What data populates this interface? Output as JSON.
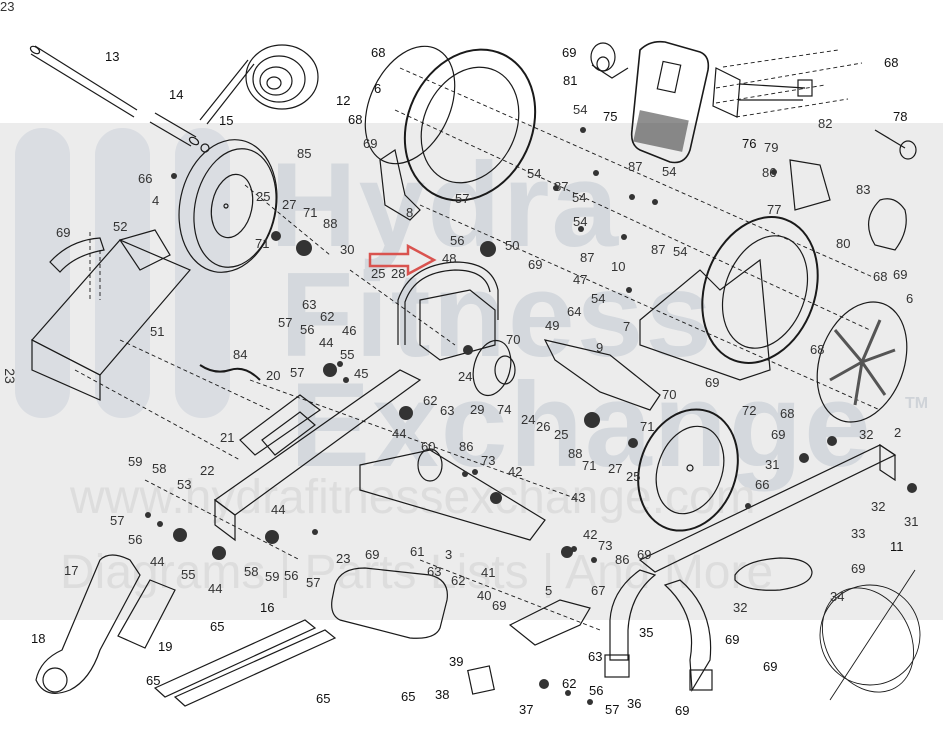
{
  "title": "Exploded parts diagram - rower / air-resistance fitness machine",
  "page_number": "23",
  "watermark": {
    "brand": "Hydra Fitness Exchange",
    "brand_lines": [
      "Hydra",
      "Fitness",
      "Exchange"
    ],
    "trademark": "TM",
    "url": "www.hydrafitnessexchange.com",
    "tagline": "Diagrams | Parts Lists | And More"
  },
  "highlight": {
    "type": "red-outline-arrow",
    "points_to_part": "48",
    "color": "#d9534f"
  },
  "colors": {
    "line": "#1a1a1a",
    "label": "#333333",
    "watermark_band": "#ececec",
    "watermark_text": "#d4d8dd",
    "highlight": "#d9534f"
  },
  "part_labels": [
    {
      "id": "13",
      "text": "13"
    },
    {
      "id": "14",
      "text": "14"
    },
    {
      "id": "15",
      "text": "15"
    },
    {
      "id": "12",
      "text": "12"
    },
    {
      "id": "68a",
      "text": "68"
    },
    {
      "id": "6a",
      "text": "6"
    },
    {
      "id": "68b",
      "text": "68"
    },
    {
      "id": "69a",
      "text": "69"
    },
    {
      "id": "81",
      "text": "81"
    },
    {
      "id": "75",
      "text": "75"
    },
    {
      "id": "54a",
      "text": "54"
    },
    {
      "id": "68c",
      "text": "68"
    },
    {
      "id": "76",
      "text": "76"
    },
    {
      "id": "79",
      "text": "79"
    },
    {
      "id": "82",
      "text": "82"
    },
    {
      "id": "78",
      "text": "78"
    },
    {
      "id": "66a",
      "text": "66"
    },
    {
      "id": "4",
      "text": "4"
    },
    {
      "id": "85",
      "text": "85"
    },
    {
      "id": "25a",
      "text": "25"
    },
    {
      "id": "27a",
      "text": "27"
    },
    {
      "id": "71a",
      "text": "71"
    },
    {
      "id": "71b",
      "text": "71"
    },
    {
      "id": "88a",
      "text": "88"
    },
    {
      "id": "69b",
      "text": "69"
    },
    {
      "id": "52",
      "text": "52"
    },
    {
      "id": "51",
      "text": "51"
    },
    {
      "id": "23",
      "text": "23"
    },
    {
      "id": "69c",
      "text": "69"
    },
    {
      "id": "8",
      "text": "8"
    },
    {
      "id": "57a",
      "text": "57"
    },
    {
      "id": "56a",
      "text": "56"
    },
    {
      "id": "54b",
      "text": "54"
    },
    {
      "id": "87a",
      "text": "87"
    },
    {
      "id": "54c",
      "text": "54"
    },
    {
      "id": "54d",
      "text": "54"
    },
    {
      "id": "87b",
      "text": "87"
    },
    {
      "id": "54e",
      "text": "54"
    },
    {
      "id": "86a",
      "text": "86"
    },
    {
      "id": "77",
      "text": "77"
    },
    {
      "id": "83",
      "text": "83"
    },
    {
      "id": "80",
      "text": "80"
    },
    {
      "id": "69d",
      "text": "69"
    },
    {
      "id": "68d",
      "text": "68"
    },
    {
      "id": "30",
      "text": "30"
    },
    {
      "id": "25b",
      "text": "25"
    },
    {
      "id": "28",
      "text": "28"
    },
    {
      "id": "48",
      "text": "48"
    },
    {
      "id": "50",
      "text": "50"
    },
    {
      "id": "69e",
      "text": "69"
    },
    {
      "id": "47",
      "text": "47"
    },
    {
      "id": "87c",
      "text": "87"
    },
    {
      "id": "10",
      "text": "10"
    },
    {
      "id": "54f",
      "text": "54"
    },
    {
      "id": "87d",
      "text": "87"
    },
    {
      "id": "54g",
      "text": "54"
    },
    {
      "id": "64",
      "text": "64"
    },
    {
      "id": "49",
      "text": "49"
    },
    {
      "id": "7",
      "text": "7"
    },
    {
      "id": "6b",
      "text": "6"
    },
    {
      "id": "68e",
      "text": "68"
    },
    {
      "id": "63a",
      "text": "63"
    },
    {
      "id": "62a",
      "text": "62"
    },
    {
      "id": "46",
      "text": "46"
    },
    {
      "id": "57b",
      "text": "57"
    },
    {
      "id": "56b",
      "text": "56"
    },
    {
      "id": "44a",
      "text": "44"
    },
    {
      "id": "55a",
      "text": "55"
    },
    {
      "id": "45",
      "text": "45"
    },
    {
      "id": "84",
      "text": "84"
    },
    {
      "id": "57c",
      "text": "57"
    },
    {
      "id": "20",
      "text": "20"
    },
    {
      "id": "24a",
      "text": "24"
    },
    {
      "id": "70a",
      "text": "70"
    },
    {
      "id": "9",
      "text": "9"
    },
    {
      "id": "70b",
      "text": "70"
    },
    {
      "id": "69f",
      "text": "69"
    },
    {
      "id": "68f",
      "text": "68"
    },
    {
      "id": "62b",
      "text": "62"
    },
    {
      "id": "63b",
      "text": "63"
    },
    {
      "id": "29",
      "text": "29"
    },
    {
      "id": "74",
      "text": "74"
    },
    {
      "id": "24b",
      "text": "24"
    },
    {
      "id": "26",
      "text": "26"
    },
    {
      "id": "25c",
      "text": "25"
    },
    {
      "id": "71c",
      "text": "71"
    },
    {
      "id": "88b",
      "text": "88"
    },
    {
      "id": "71d",
      "text": "71"
    },
    {
      "id": "27b",
      "text": "27"
    },
    {
      "id": "25d",
      "text": "25"
    },
    {
      "id": "72",
      "text": "72"
    },
    {
      "id": "69g",
      "text": "69"
    },
    {
      "id": "32a",
      "text": "32"
    },
    {
      "id": "2",
      "text": "2"
    },
    {
      "id": "31a",
      "text": "31"
    },
    {
      "id": "44b",
      "text": "44"
    },
    {
      "id": "60",
      "text": "60"
    },
    {
      "id": "21",
      "text": "21"
    },
    {
      "id": "22",
      "text": "22"
    },
    {
      "id": "59a",
      "text": "59"
    },
    {
      "id": "58a",
      "text": "58"
    },
    {
      "id": "53",
      "text": "53"
    },
    {
      "id": "86b",
      "text": "86"
    },
    {
      "id": "73a",
      "text": "73"
    },
    {
      "id": "42a",
      "text": "42"
    },
    {
      "id": "66b",
      "text": "66"
    },
    {
      "id": "32b",
      "text": "32"
    },
    {
      "id": "31b",
      "text": "31"
    },
    {
      "id": "43",
      "text": "43"
    },
    {
      "id": "57d",
      "text": "57"
    },
    {
      "id": "56c",
      "text": "56"
    },
    {
      "id": "44c",
      "text": "44"
    },
    {
      "id": "55b",
      "text": "55"
    },
    {
      "id": "44d",
      "text": "44"
    },
    {
      "id": "58b",
      "text": "58"
    },
    {
      "id": "59b",
      "text": "59"
    },
    {
      "id": "56d",
      "text": "56"
    },
    {
      "id": "57e",
      "text": "57"
    },
    {
      "id": "44e",
      "text": "44"
    },
    {
      "id": "69h",
      "text": "69"
    },
    {
      "id": "61",
      "text": "61"
    },
    {
      "id": "3",
      "text": "3"
    },
    {
      "id": "42b",
      "text": "42"
    },
    {
      "id": "73b",
      "text": "73"
    },
    {
      "id": "86c",
      "text": "86"
    },
    {
      "id": "33",
      "text": "33"
    },
    {
      "id": "69i",
      "text": "69"
    },
    {
      "id": "11",
      "text": "11"
    },
    {
      "id": "23b",
      "text": "23"
    },
    {
      "id": "63c",
      "text": "63"
    },
    {
      "id": "62c",
      "text": "62"
    },
    {
      "id": "40",
      "text": "40"
    },
    {
      "id": "41",
      "text": "41"
    },
    {
      "id": "69j",
      "text": "69"
    },
    {
      "id": "5",
      "text": "5"
    },
    {
      "id": "67",
      "text": "67"
    },
    {
      "id": "69k",
      "text": "69"
    },
    {
      "id": "34",
      "text": "34"
    },
    {
      "id": "32c",
      "text": "32"
    },
    {
      "id": "69l",
      "text": "69"
    },
    {
      "id": "69m",
      "text": "69"
    },
    {
      "id": "17",
      "text": "17"
    },
    {
      "id": "16",
      "text": "16"
    },
    {
      "id": "19",
      "text": "19"
    },
    {
      "id": "65a",
      "text": "65"
    },
    {
      "id": "18",
      "text": "18"
    },
    {
      "id": "65b",
      "text": "65"
    },
    {
      "id": "65c",
      "text": "65"
    },
    {
      "id": "65d",
      "text": "65"
    },
    {
      "id": "39",
      "text": "39"
    },
    {
      "id": "63d",
      "text": "63"
    },
    {
      "id": "62d",
      "text": "62"
    },
    {
      "id": "38",
      "text": "38"
    },
    {
      "id": "56e",
      "text": "56"
    },
    {
      "id": "37",
      "text": "37"
    },
    {
      "id": "57f",
      "text": "57"
    },
    {
      "id": "35",
      "text": "35"
    },
    {
      "id": "36",
      "text": "36"
    },
    {
      "id": "69n",
      "text": "69"
    }
  ]
}
